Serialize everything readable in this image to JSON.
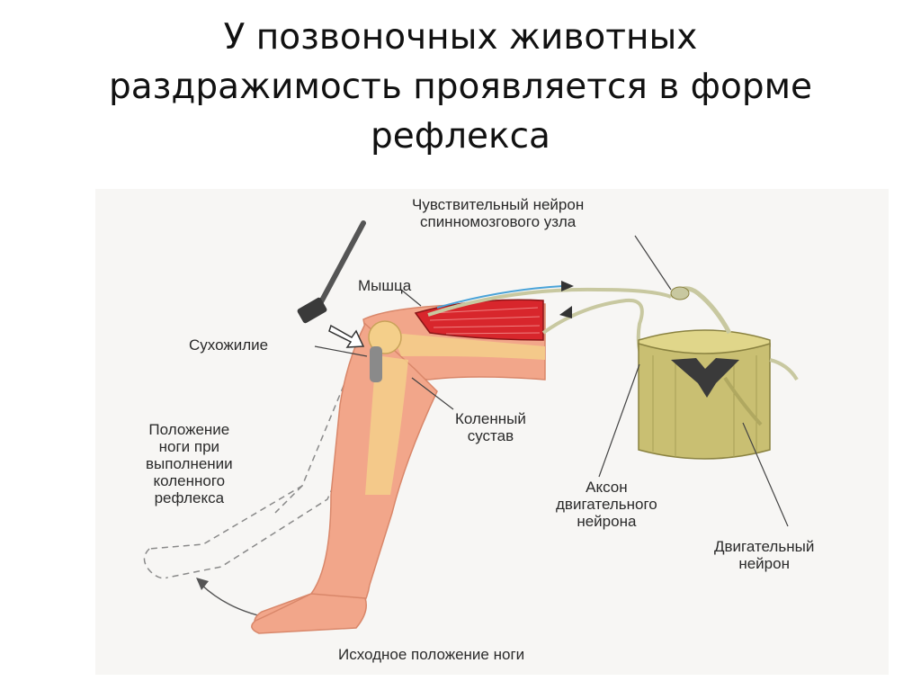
{
  "title": {
    "lines": [
      "У позвоночных животных",
      "раздражимость проявляется в форме",
      "рефлекса"
    ]
  },
  "labels": {
    "sensory_neuron": [
      "Чувствительный нейрон",
      "спинномозгового узла"
    ],
    "muscle": "Мышца",
    "tendon": "Сухожилие",
    "reflex_position": [
      "Положение",
      "ноги при",
      "выполнении",
      "коленного",
      "рефлекса"
    ],
    "knee_joint": [
      "Коленный",
      "сустав"
    ],
    "motor_axon": [
      "Аксон",
      "двигательного",
      "нейрона"
    ],
    "motor_neuron": [
      "Двигательный",
      "нейрон"
    ],
    "initial_position": "Исходное положение ноги"
  },
  "colors": {
    "skin": "#f2a68a",
    "skin_dark": "#d9876a",
    "bone": "#f4cf8a",
    "muscle": "#d8262c",
    "nerve": "#c8c8a0",
    "spinal_cord": "#c9bf72",
    "grey_matter": "#3a3a3a",
    "signal_arrow": "#4aa3d8"
  }
}
